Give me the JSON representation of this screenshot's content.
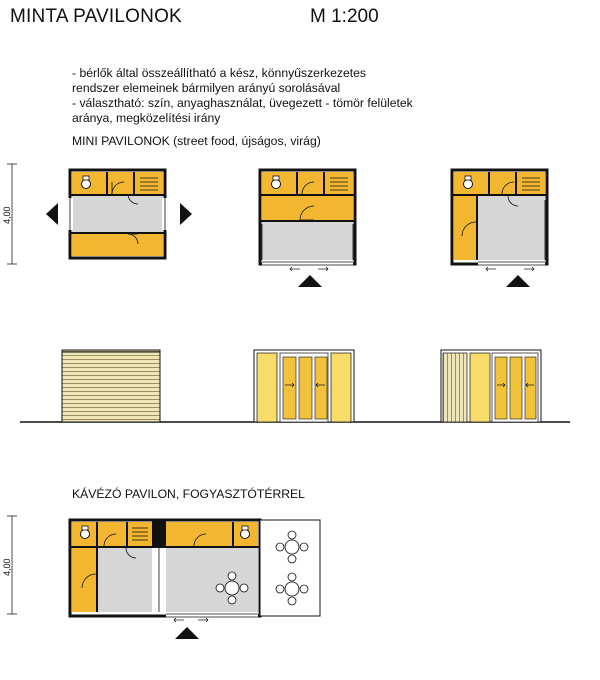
{
  "title": "MINTA PAVILONOK",
  "scale": "M 1:200",
  "notes": [
    "- bérlők által összeállítható a kész, könnyűszerkezetes",
    "rendszer elemeinek bármilyen arányú sorolásával",
    "- választható: szín, anyaghasználat, üvegezett - tömör felületek",
    "aránya, megközelítési irány"
  ],
  "section_mini": "MINI PAVILONOK (street food, újságos, virág)",
  "section_cafe": "KÁVÉZÓ PAVILON, FOGYASZTÓTÉRREL",
  "dimension_label": "4,00",
  "colors": {
    "service_core": "#f2b630",
    "facade_panel": "#f7dc6a",
    "glazing_frame": "#f2c23c",
    "floor_grey": "#d6d6d6",
    "wall": "#111111",
    "cladding": "#e9dfae"
  }
}
